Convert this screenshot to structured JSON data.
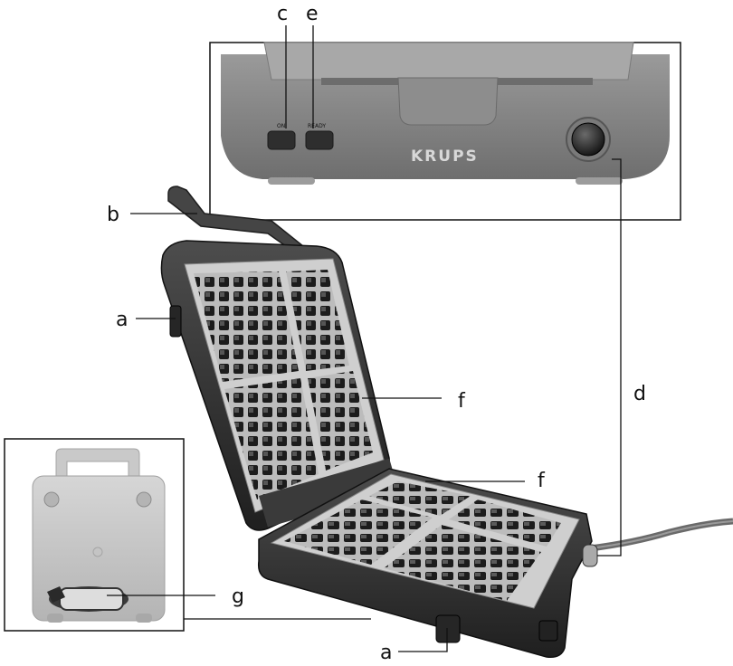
{
  "callouts": {
    "a_side": "a",
    "a_bottom": "a",
    "b": "b",
    "c": "c",
    "d": "d",
    "e": "e",
    "f_upper": "f",
    "f_lower": "f",
    "g": "g"
  },
  "control_panel": {
    "brand": "KRUPS",
    "on_label": "ON",
    "ready_label": "READY"
  },
  "colors": {
    "body_dark": "#2b2b2b",
    "body_mid": "#4a4a4a",
    "panel_gray": "#8a8a8a",
    "plate_steel": "#c9c9c9",
    "inset_gray": "#c8c8c8"
  }
}
